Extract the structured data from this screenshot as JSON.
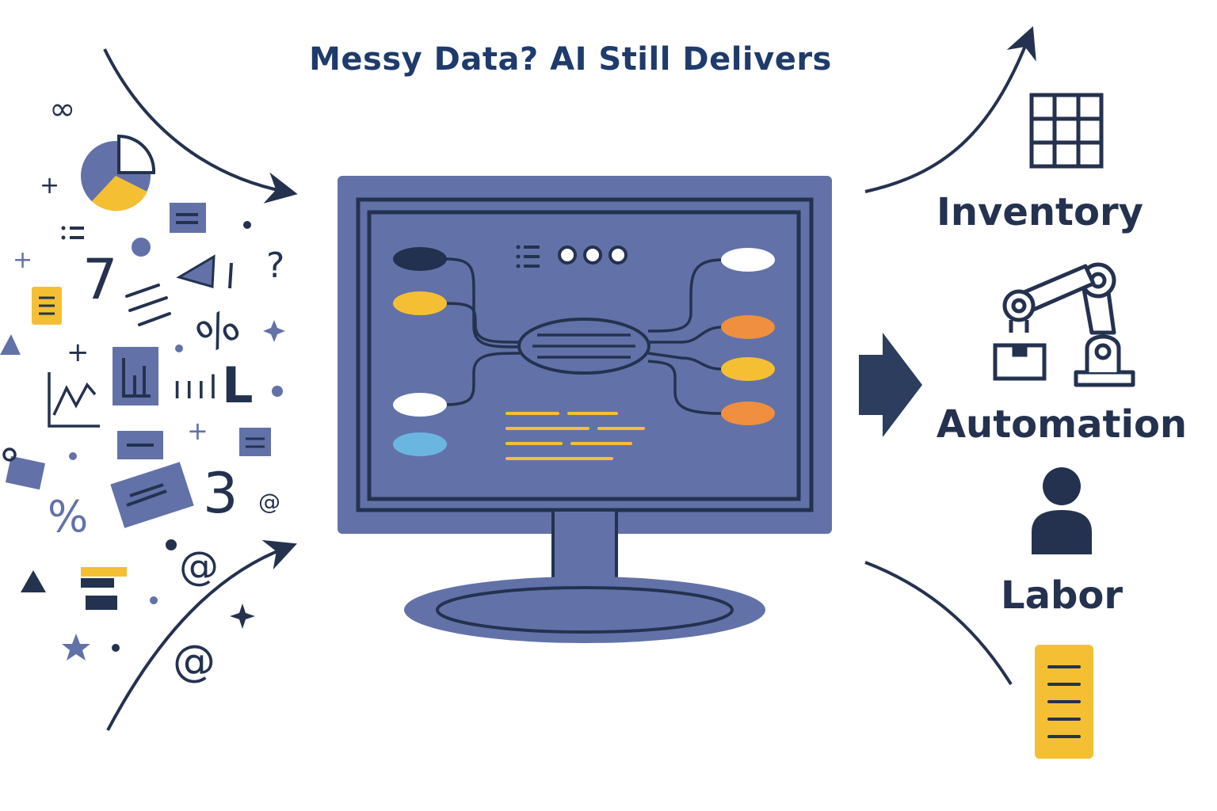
{
  "title": "Messy Data? AI Still Delivers",
  "outputs": {
    "inventory": "Inventory",
    "automation": "Automation",
    "labor": "Labor"
  },
  "scattered_symbols": {
    "infinity": "∞",
    "seven": "7",
    "question": "?",
    "percent_1": "%",
    "percent_2": "%",
    "three": "3",
    "at_1": "@",
    "at_2": "@",
    "at_3": "@",
    "bars_text": "ıııl",
    "big_l": "L",
    "plus_1": "+",
    "plus_2": "+",
    "plus_3": "+",
    "plus_4": "+"
  },
  "colors": {
    "navy": "#24324f",
    "title": "#1f3b6b",
    "monitor": "#6272a8",
    "yellow": "#f5bf34",
    "orange": "#ef8f3f",
    "blue": "#6bb6e0",
    "dark_node": "#22314f",
    "white": "#ffffff"
  }
}
